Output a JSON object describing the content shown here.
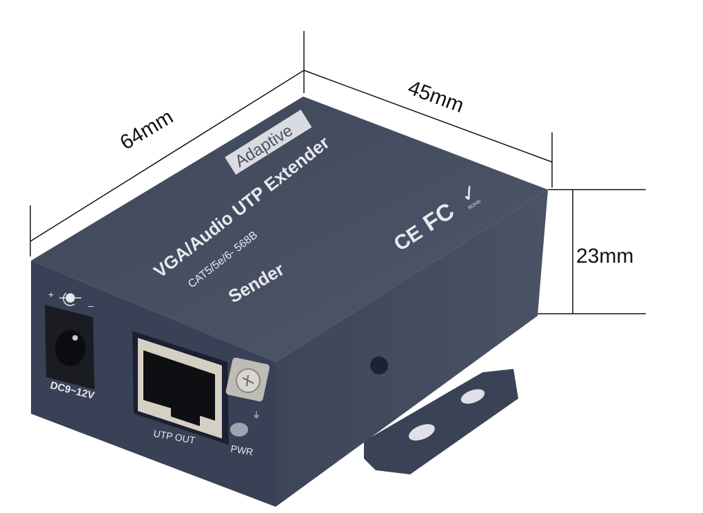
{
  "dimensions": {
    "length": "64mm",
    "width": "45mm",
    "height": "23mm"
  },
  "device": {
    "badge": "Adaptive",
    "title": "VGA/Audio UTP Extender",
    "cable_spec": "CAT5/5e/6- 568B",
    "role": "Sender",
    "power_label": "DC9~12V",
    "polarity_plus": "+",
    "polarity_minus": "–",
    "port_label": "UTP OUT",
    "led_label": "PWR",
    "cert_ce": "CE",
    "cert_fc": "FC",
    "cert_rohs": "ROHS"
  },
  "colors": {
    "body_top": "#4a5266",
    "body_front": "#3b4358",
    "body_side": "#434b5f"
  }
}
